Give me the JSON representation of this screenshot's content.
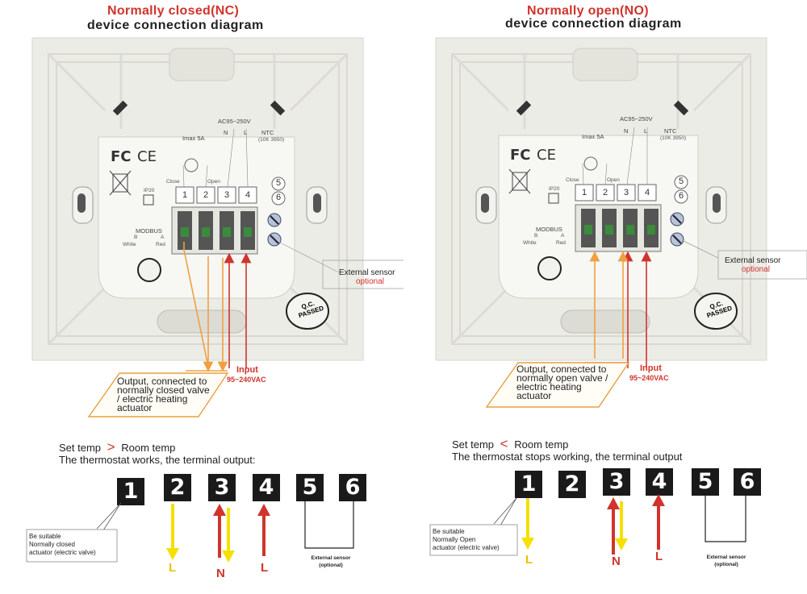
{
  "left": {
    "title_red": "Normally closed(NC)",
    "title_black": "device connection diagram",
    "voltage": "AC95~250V",
    "imax": "Imax 5A",
    "n": "N",
    "l": "L",
    "ntc": "NTC",
    "ntc_spec": "(10K 3950)",
    "close": "Close",
    "open": "Open",
    "ip20": "IP20",
    "modbus": "MODBUS",
    "b": "B",
    "a": "A",
    "white": "White",
    "red": "Red",
    "terminals": [
      "1",
      "2",
      "3",
      "4"
    ],
    "ntc_terminals": [
      "5",
      "6"
    ],
    "qc": "Q.C.",
    "passed": "PASSED",
    "sensor_label": "External sensor",
    "sensor_optional": "optional",
    "input_label": "Input",
    "input_voltage": "95~240VAC",
    "output_text": "Output, connected to normally closed valve / electric heating actuator",
    "cond_left": "Set temp",
    "cond_sym": ">",
    "cond_right": "Room temp",
    "cond_line2": "The thermostat works, the terminal output:",
    "big_terminals": [
      "1",
      "2",
      "3",
      "4",
      "5",
      "6"
    ],
    "suitable": [
      "Be suitable",
      "Normally closed",
      "actuator (electric valve)"
    ],
    "ext_sensor": "External sensor",
    "ext_optional": "(optional)",
    "letters": {
      "t2": "L",
      "t3": "N",
      "t4": "L"
    }
  },
  "right": {
    "title_red": "Normally open(NO)",
    "title_black": "device connection diagram",
    "voltage": "AC95~250V",
    "imax": "Imax 5A",
    "n": "N",
    "l": "L",
    "ntc": "NTC",
    "ntc_spec": "(10K 3950)",
    "close": "Close",
    "open": "Open",
    "ip20": "IP20",
    "modbus": "MODBUS",
    "b": "B",
    "a": "A",
    "white": "White",
    "red": "Red",
    "terminals": [
      "1",
      "2",
      "3",
      "4"
    ],
    "ntc_terminals": [
      "5",
      "6"
    ],
    "qc": "Q.C.",
    "passed": "PASSED",
    "sensor_label": "External sensor",
    "sensor_optional": "optional",
    "input_label": "Input",
    "input_voltage": "95~240VAC",
    "output_text": "Output, connected to normally open valve / electric heating actuator",
    "cond_left": "Set temp",
    "cond_sym": "<",
    "cond_right": "Room temp",
    "cond_line2": "The thermostat stops working, the terminal output",
    "big_terminals": [
      "1",
      "2",
      "3",
      "4",
      "5",
      "6"
    ],
    "suitable": [
      "Be suitable",
      "Normally Open",
      "actuator (electric valve)"
    ],
    "ext_sensor": "External sensor",
    "ext_optional": "(optional)",
    "letters": {
      "t1": "L",
      "t3": "N",
      "t4": "L"
    }
  },
  "colors": {
    "red": "#d0342c",
    "orange": "#f0a040",
    "yellow": "#f5e000",
    "plate": "#ecece6",
    "board": "#f7f7f4"
  }
}
